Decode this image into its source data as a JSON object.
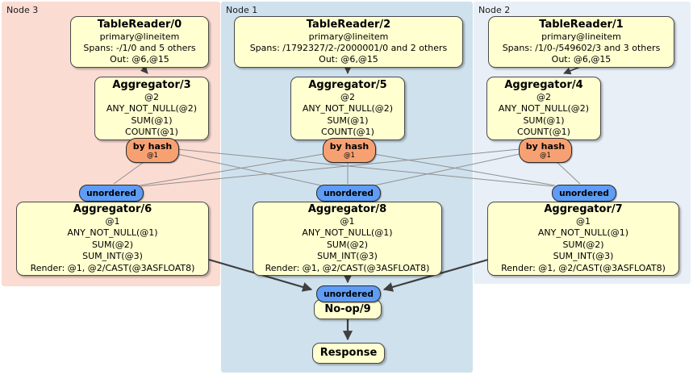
{
  "regions": {
    "node3": {
      "label": "Node 3",
      "color": "#fbdcd3"
    },
    "node1": {
      "label": "Node 1",
      "color": "#cfe1ed"
    },
    "node2": {
      "label": "Node 2",
      "color": "#e8eff7"
    }
  },
  "processors": {
    "tr0": {
      "title": "TableReader/0",
      "lines": [
        "primary@lineitem",
        "Spans: -/1/0 and 5 others",
        "Out: @6,@15"
      ]
    },
    "tr2": {
      "title": "TableReader/2",
      "lines": [
        "primary@lineitem",
        "Spans: /1792327/2-/2000001/0 and 2 others",
        "Out: @6,@15"
      ]
    },
    "tr1": {
      "title": "TableReader/1",
      "lines": [
        "primary@lineitem",
        "Spans: /1/0-/549602/3 and 3 others",
        "Out: @6,@15"
      ]
    },
    "agg3": {
      "title": "Aggregator/3",
      "lines": [
        "@2",
        "ANY_NOT_NULL(@2)",
        "SUM(@1)",
        "COUNT(@1)"
      ]
    },
    "agg5": {
      "title": "Aggregator/5",
      "lines": [
        "@2",
        "ANY_NOT_NULL(@2)",
        "SUM(@1)",
        "COUNT(@1)"
      ]
    },
    "agg4": {
      "title": "Aggregator/4",
      "lines": [
        "@2",
        "ANY_NOT_NULL(@2)",
        "SUM(@1)",
        "COUNT(@1)"
      ]
    },
    "agg6": {
      "title": "Aggregator/6",
      "lines": [
        "@1",
        "ANY_NOT_NULL(@1)",
        "SUM(@2)",
        "SUM_INT(@3)",
        "Render: @1, @2/CAST(@3ASFLOAT8)"
      ]
    },
    "agg8": {
      "title": "Aggregator/8",
      "lines": [
        "@1",
        "ANY_NOT_NULL(@1)",
        "SUM(@2)",
        "SUM_INT(@3)",
        "Render: @1, @2/CAST(@3ASFLOAT8)"
      ]
    },
    "agg7": {
      "title": "Aggregator/7",
      "lines": [
        "@1",
        "ANY_NOT_NULL(@1)",
        "SUM(@2)",
        "SUM_INT(@3)",
        "Render: @1, @2/CAST(@3ASFLOAT8)"
      ]
    },
    "noop": {
      "title": "No-op/9"
    },
    "response": {
      "title": "Response"
    }
  },
  "routers": {
    "hash_label": "by hash",
    "hash_detail": "@1",
    "hash_color": "#f7a173",
    "unordered_label": "unordered",
    "unordered_color": "#5e9cf5"
  },
  "style_colors": {
    "processor_fill": "#ffffd0",
    "edge_thin": "#909090",
    "edge_thick": "#3f3f3f"
  }
}
